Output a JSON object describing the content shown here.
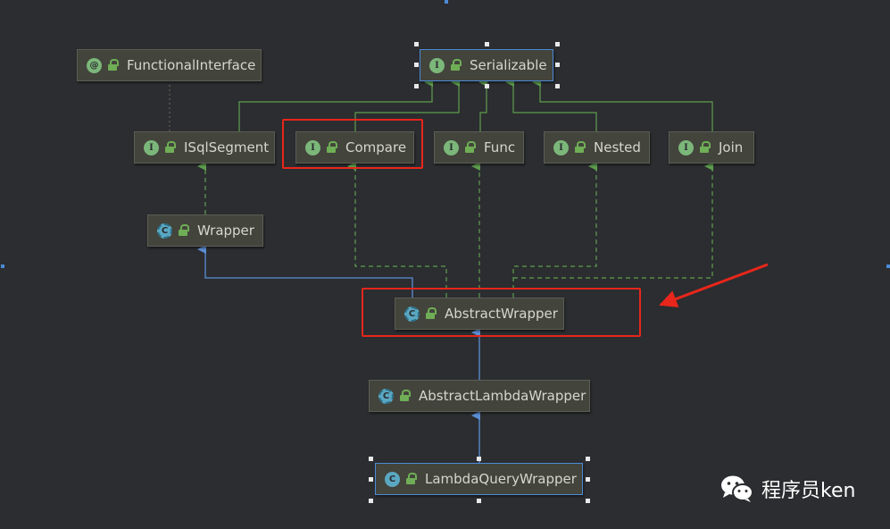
{
  "diagram": {
    "nodes": {
      "functional_interface": {
        "label": "FunctionalInterface",
        "kind": "annotation",
        "badge": "@"
      },
      "serializable": {
        "label": "Serializable",
        "kind": "interface",
        "badge": "I"
      },
      "isqlsegment": {
        "label": "ISqlSegment",
        "kind": "interface",
        "badge": "I"
      },
      "compare": {
        "label": "Compare",
        "kind": "interface",
        "badge": "I"
      },
      "func": {
        "label": "Func",
        "kind": "interface",
        "badge": "I"
      },
      "nested": {
        "label": "Nested",
        "kind": "interface",
        "badge": "I"
      },
      "join": {
        "label": "Join",
        "kind": "interface",
        "badge": "I"
      },
      "wrapper": {
        "label": "Wrapper",
        "kind": "abstract-class",
        "badge": "C"
      },
      "abstract_wrapper": {
        "label": "AbstractWrapper",
        "kind": "abstract-class",
        "badge": "C"
      },
      "abstract_lambda_wrapper": {
        "label": "AbstractLambdaWrapper",
        "kind": "abstract-class",
        "badge": "C"
      },
      "lambda_query_wrapper": {
        "label": "LambdaQueryWrapper",
        "kind": "class",
        "badge": "C"
      }
    },
    "edges": [
      {
        "from": "isqlsegment",
        "to": "serializable",
        "type": "extends-interface"
      },
      {
        "from": "compare",
        "to": "serializable",
        "type": "extends-interface"
      },
      {
        "from": "func",
        "to": "serializable",
        "type": "extends-interface"
      },
      {
        "from": "nested",
        "to": "serializable",
        "type": "extends-interface"
      },
      {
        "from": "join",
        "to": "serializable",
        "type": "extends-interface"
      },
      {
        "from": "isqlsegment",
        "to": "functional_interface",
        "type": "annotated"
      },
      {
        "from": "wrapper",
        "to": "isqlsegment",
        "type": "implements"
      },
      {
        "from": "abstract_wrapper",
        "to": "wrapper",
        "type": "extends"
      },
      {
        "from": "abstract_wrapper",
        "to": "compare",
        "type": "implements"
      },
      {
        "from": "abstract_wrapper",
        "to": "func",
        "type": "implements"
      },
      {
        "from": "abstract_wrapper",
        "to": "nested",
        "type": "implements"
      },
      {
        "from": "abstract_wrapper",
        "to": "join",
        "type": "implements"
      },
      {
        "from": "abstract_lambda_wrapper",
        "to": "abstract_wrapper",
        "type": "extends"
      },
      {
        "from": "lambda_query_wrapper",
        "to": "abstract_lambda_wrapper",
        "type": "extends"
      }
    ],
    "highlights": [
      "compare",
      "abstract_wrapper"
    ],
    "colors": {
      "background": "#2b2d30",
      "node_fill": "#43443c",
      "extends_edge": "#5b8fd6",
      "implements_edge": "#5e9e4e",
      "highlight": "#e8261b"
    }
  },
  "watermark": {
    "text": "程序员ken",
    "icon": "wechat-icon"
  }
}
